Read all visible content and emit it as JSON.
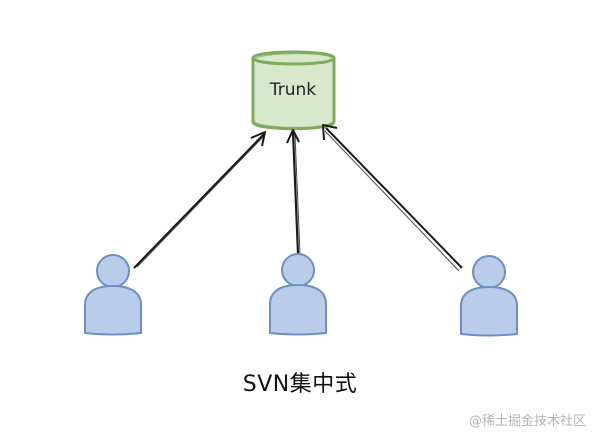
{
  "diagram": {
    "repository": {
      "label": "Trunk",
      "fill_color": "#d8e8cc",
      "stroke_color": "#7fab5b"
    },
    "users": [
      {
        "name": "user-left",
        "fill_color": "#b9cdea",
        "stroke_color": "#6f8fc0"
      },
      {
        "name": "user-center",
        "fill_color": "#b9cdea",
        "stroke_color": "#6f8fc0"
      },
      {
        "name": "user-right",
        "fill_color": "#b9cdea",
        "stroke_color": "#6f8fc0"
      }
    ],
    "arrow_color": "#1a1a1a",
    "caption": "SVN集中式"
  },
  "watermark": "@稀土掘金技术社区"
}
